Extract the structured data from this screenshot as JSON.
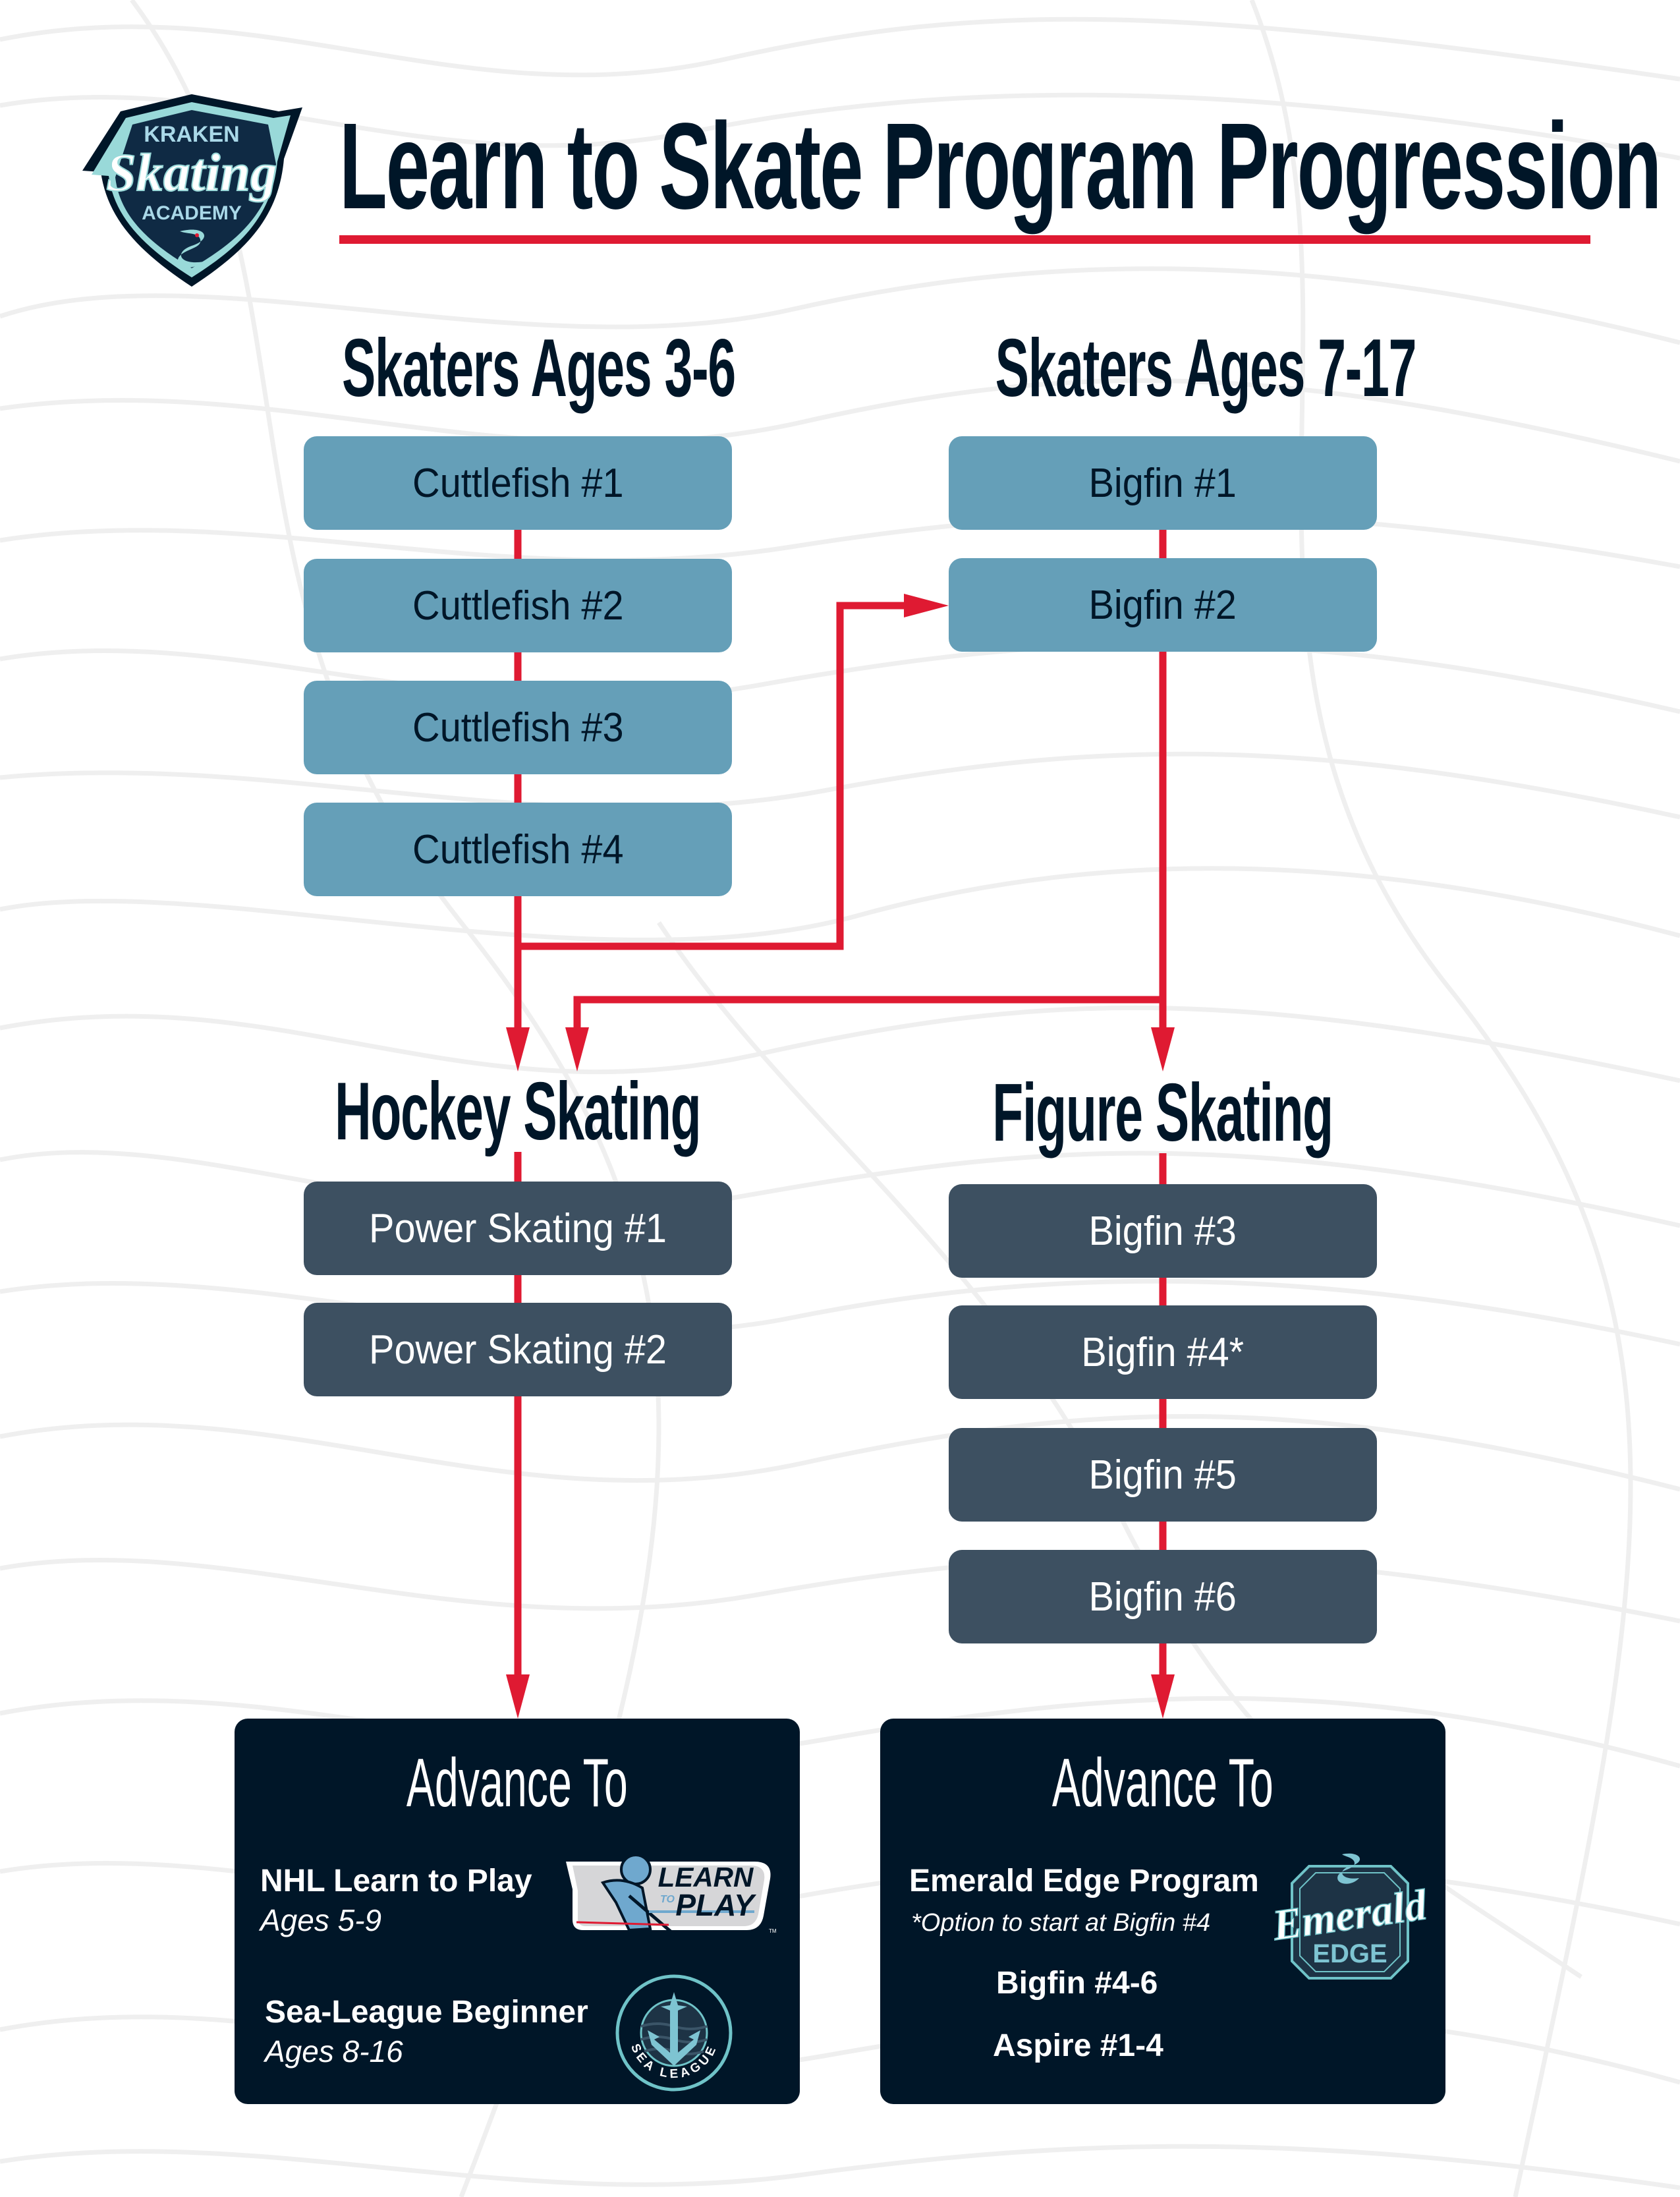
{
  "page": {
    "title": "Learn to Skate Program Progression",
    "logo": {
      "top_text": "KRAKEN",
      "script_text": "Skating",
      "bottom_text": "ACADEMY",
      "icon": "kraken-s-icon"
    }
  },
  "colors": {
    "navy": "#001628",
    "accent_red": "#DF1A32",
    "light_box": "#659FB8",
    "dark_box": "#3D5061",
    "ice_blue": "#99D9D9",
    "wave_lines": "#EFEFEF"
  },
  "columns": {
    "left_top": {
      "heading": "Skaters Ages 3-6",
      "levels": [
        "Cuttlefish #1",
        "Cuttlefish #2",
        "Cuttlefish #3",
        "Cuttlefish #4"
      ]
    },
    "right_top": {
      "heading": "Skaters Ages 7-17",
      "levels": [
        "Bigfin #1",
        "Bigfin #2"
      ]
    },
    "left_bottom": {
      "heading": "Hockey Skating",
      "levels": [
        "Power Skating #1",
        "Power Skating #2"
      ]
    },
    "right_bottom": {
      "heading": "Figure Skating",
      "levels": [
        "Bigfin #3",
        "Bigfin #4*",
        "Bigfin #5",
        "Bigfin #6"
      ]
    }
  },
  "flow": {
    "edges": [
      {
        "from": "Cuttlefish #4",
        "to": "Bigfin #2"
      },
      {
        "from": "Cuttlefish #4",
        "to": "Hockey Skating"
      },
      {
        "from": "Bigfin #2",
        "to": "Hockey Skating"
      },
      {
        "from": "Bigfin #2",
        "to": "Figure Skating"
      },
      {
        "from": "Power Skating #2",
        "to": "Advance To (Hockey)"
      },
      {
        "from": "Bigfin #6",
        "to": "Advance To (Figure)"
      }
    ]
  },
  "advance": {
    "hockey": {
      "title": "Advance To",
      "programs": [
        {
          "name": "NHL Learn to Play",
          "ages": "Ages 5-9",
          "logo": {
            "line1": "LEARN",
            "small": "TO",
            "line2": "PLAY",
            "tm": "TM"
          }
        },
        {
          "name": "Sea-League Beginner",
          "ages": "Ages 8-16",
          "logo": {
            "ring_text": "SEA LEAGUE"
          }
        }
      ]
    },
    "figure": {
      "title": "Advance To",
      "program": "Emerald Edge Program",
      "note": "*Option to start at Bigfin #4",
      "items": [
        "Bigfin #4-6",
        "Aspire #1-4"
      ],
      "logo": {
        "script": "Emerald",
        "word": "EDGE"
      }
    }
  }
}
